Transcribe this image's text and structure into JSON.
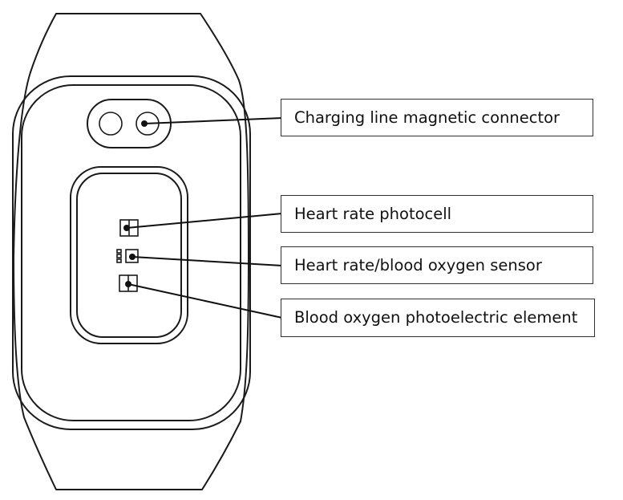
{
  "labels": {
    "charging_connector": "Charging line magnetic connector",
    "heart_rate_photocell": "Heart rate photocell",
    "heart_rate_sensor": "Heart rate/blood oxygen sensor",
    "blood_oxygen_element": "Blood oxygen photoelectric element"
  },
  "colors": {
    "line": "#1a1a1a",
    "background": "#ffffff"
  }
}
